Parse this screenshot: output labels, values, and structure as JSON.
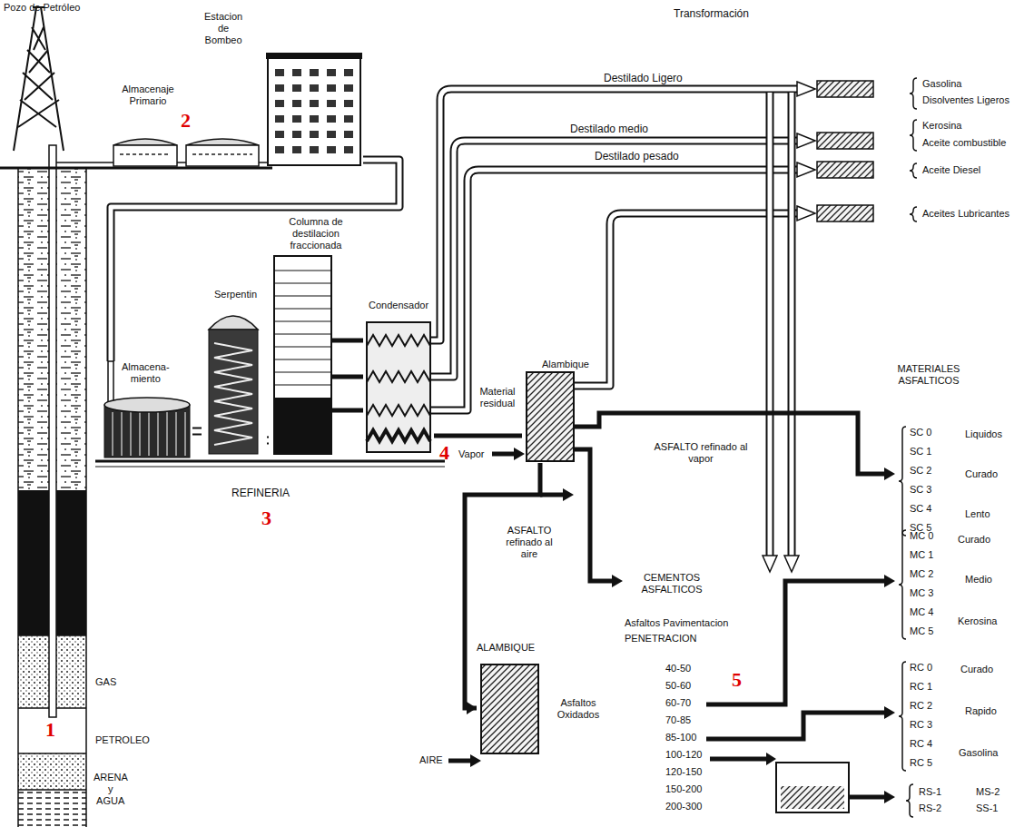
{
  "diagram": {
    "nodes": [
      {
        "text": [
          "Estacion de Bombeo"
        ]
      },
      {
        "text": [
          "Almacena- miento"
        ]
      },
      {
        "text": [
          "Serpentin"
        ]
      },
      {
        "text": [
          "Columna de destilacion fraccionada"
        ]
      },
      {
        "text": [
          "Condensador"
        ]
      },
      {
        "text": [
          "Alambique"
        ]
      },
      {
        "text": [
          "ALAMBIQUE"
        ]
      }
    ],
    "edges": [
      {
        "from": 0,
        "to": 1,
        "arrow": "none"
      },
      {
        "from": 1,
        "to": 2,
        "arrow": "none"
      },
      {
        "from": 2,
        "to": 3,
        "arrow": "none"
      },
      {
        "from": 3,
        "to": 4,
        "arrow": "none"
      },
      {
        "from": 4,
        "to": 5,
        "arrow": "none"
      },
      {
        "from": 5,
        "to": 6,
        "arrow": "to"
      }
    ],
    "labels": [
      "Pozo de Petróleo",
      "Almacenaje Primario",
      "2",
      "GAS",
      "PETROLEO",
      "1",
      "ARENA y AGUA",
      "REFINERIA",
      "3",
      "4",
      "Vapor",
      "Material residual",
      "Destilado Ligero",
      "Destilado medio",
      "Destilado pesado",
      "Transformación",
      "Gasolina",
      "Disolventes Ligeros",
      "Kerosina",
      "Aceite combustible",
      "Aceite Diesel",
      "Aceites Lubricantes",
      "ASFALTO refinado al vapor",
      "ASFALTO refinado al aire",
      "CEMENTOS ASFALTICOS",
      "Asfaltos Pavimentacion",
      "PENETRACION",
      "40-50",
      "50-60",
      "60-70",
      "70-85",
      "85-100",
      "100-120",
      "120-150",
      "150-200",
      "200-300",
      "5",
      "Asfaltos Oxidados",
      "AIRE",
      "MATERIALES ASFALTICOS",
      "SC 0",
      "SC 1",
      "SC 2",
      "SC 3",
      "SC 4",
      "SC 5",
      "Liquidos",
      "Curado",
      "Lento",
      "MC 0",
      "MC 1",
      "MC 2",
      "MC 3",
      "MC 4",
      "MC 5",
      "Curado",
      "Medio",
      "Kerosina",
      "RC 0",
      "RC 1",
      "RC 2",
      "RC 3",
      "RC 4",
      "RC 5",
      "Curado",
      "Rapido",
      "Gasolina",
      "RS-1",
      "RS-2",
      "MS-2",
      "SS-1"
    ]
  }
}
